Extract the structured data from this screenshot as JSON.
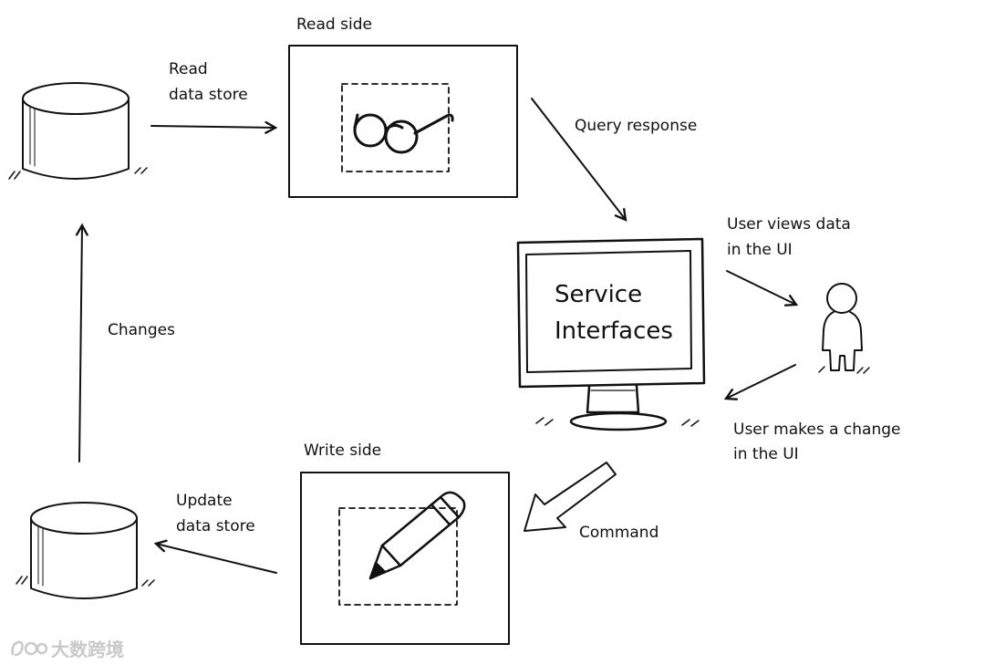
{
  "read_side": {
    "title": "Read side",
    "icon": "glasses"
  },
  "write_side": {
    "title": "Write side",
    "icon": "pencil"
  },
  "service": {
    "line1": "Service",
    "line2": "Interfaces",
    "icon": "monitor"
  },
  "user": {
    "icon": "person"
  },
  "edges": {
    "read_data_store": [
      "Read",
      "data store"
    ],
    "query_response": "Query response",
    "user_views": [
      "User views data",
      "in the UI"
    ],
    "user_changes": [
      "User makes a change",
      "in the UI"
    ],
    "command": "Command",
    "update_data_store": [
      "Update",
      "data store"
    ],
    "changes": "Changes"
  },
  "watermark": {
    "text": "大数跨境"
  }
}
